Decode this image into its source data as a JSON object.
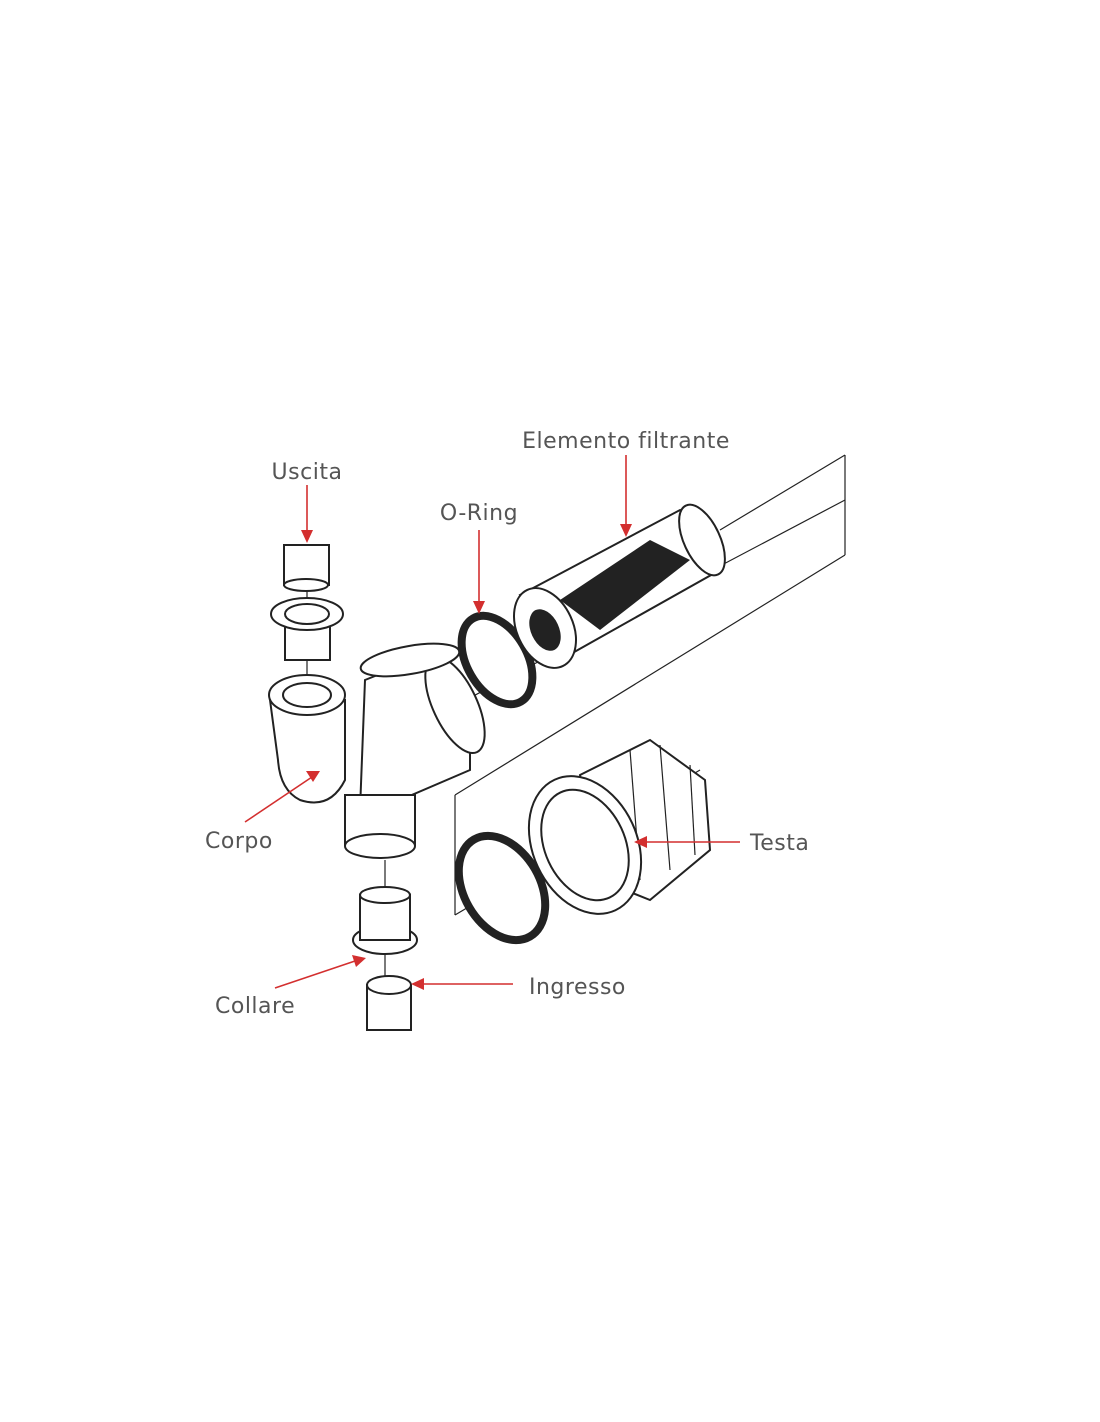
{
  "diagram": {
    "labels": {
      "uscita": "Uscita",
      "o_ring": "O-Ring",
      "elemento_filtrante": "Elemento filtrante",
      "corpo": "Corpo",
      "testa": "Testa",
      "collare": "Collare",
      "ingresso": "Ingresso"
    },
    "colors": {
      "arrow": "#d32f2f",
      "label": "#555555",
      "line": "#222222"
    }
  }
}
